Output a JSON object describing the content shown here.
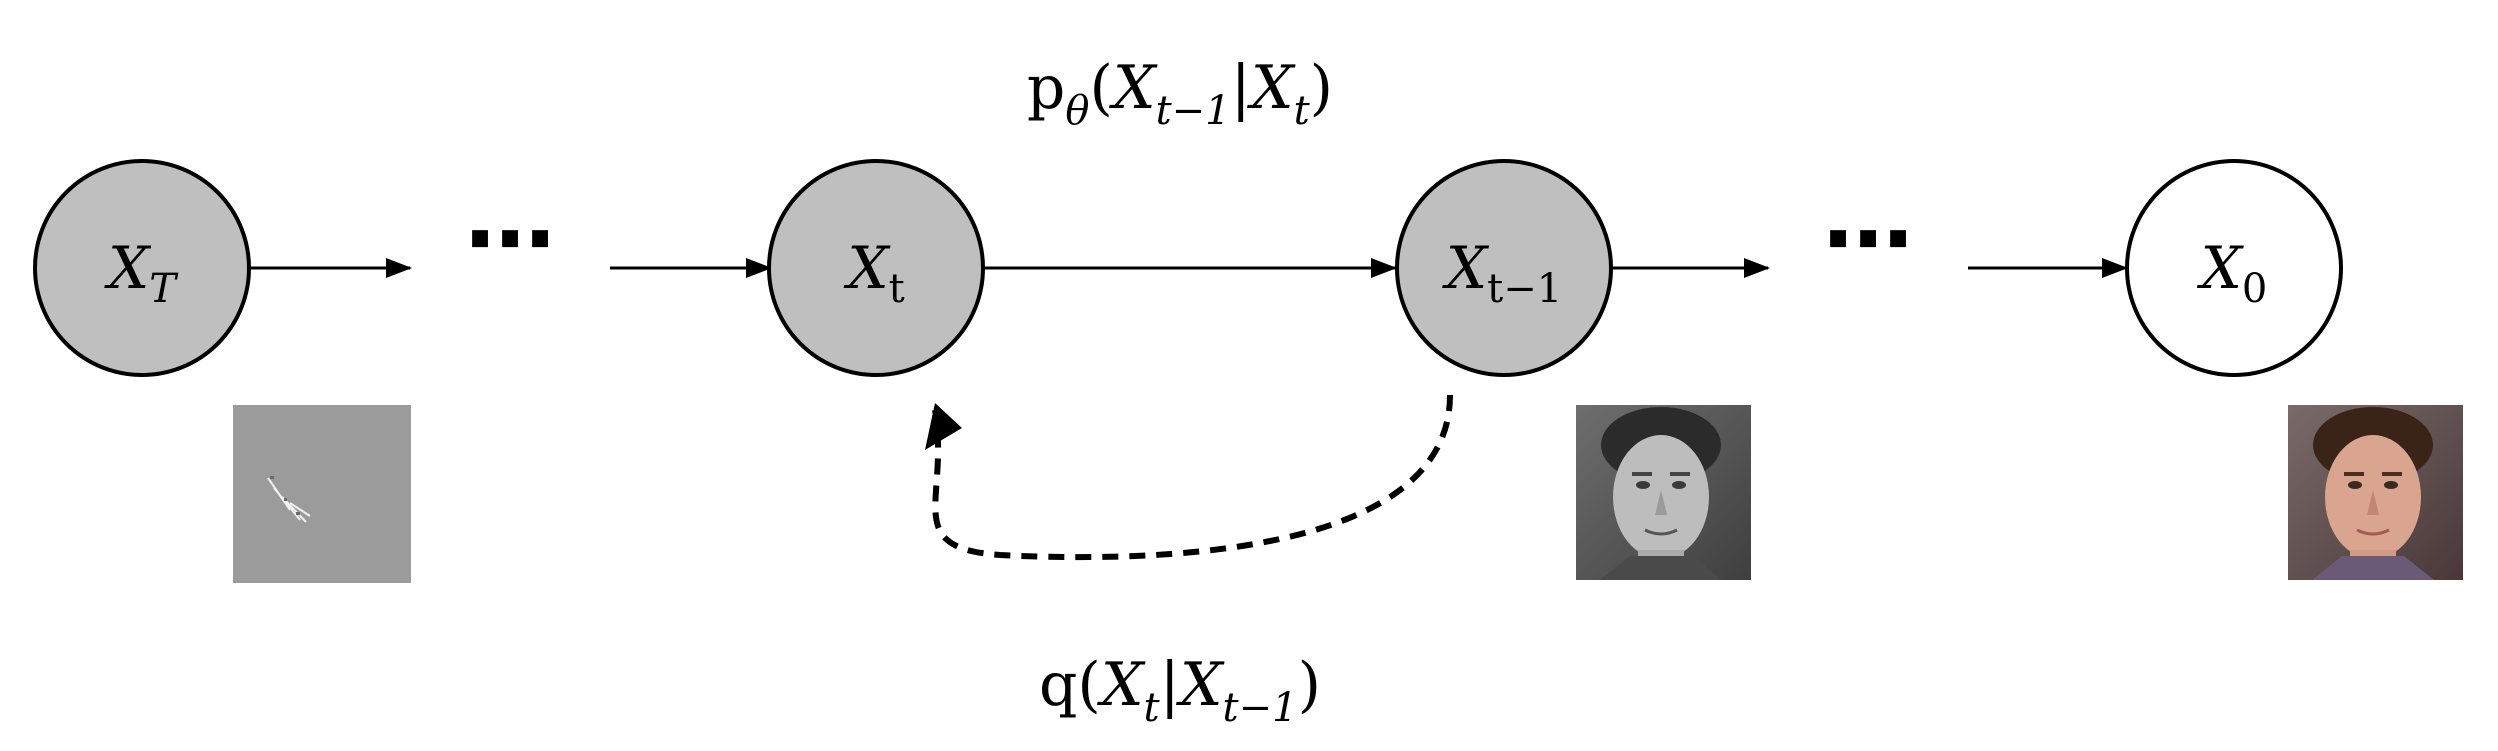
{
  "nodes": [
    {
      "id": "xT",
      "var": "X",
      "sub": "T",
      "sub_italic": true,
      "filled": true
    },
    {
      "id": "xt",
      "var": "X",
      "sub": "t",
      "sub_italic": false,
      "filled": true
    },
    {
      "id": "xt1",
      "var": "X",
      "sub": "t−1",
      "sub_italic": false,
      "filled": true
    },
    {
      "id": "x0",
      "var": "X",
      "sub": "0",
      "sub_italic": false,
      "filled": false
    }
  ],
  "ellipsis": "⋯",
  "reverse_process": {
    "p": "p",
    "theta": "θ",
    "open": "(",
    "x1": "X",
    "x1_sub": "t−1",
    "bar": "|",
    "x2": "X",
    "x2_sub": "t",
    "close": ")"
  },
  "forward_process": {
    "q": "q",
    "open": "(",
    "x1": "X",
    "x1_sub": "t",
    "bar": "|",
    "x2": "X",
    "x2_sub": "t−1",
    "close": ")"
  },
  "colors": {
    "node_fill": "#bfbfbf",
    "node_stroke": "#000000",
    "open_node_fill": "#ffffff",
    "noise_bg": "#9b9b9b"
  },
  "images": [
    {
      "id": "noise-thumbnail",
      "kind": "noise"
    },
    {
      "id": "grayscale-face-thumbnail",
      "kind": "face-gray"
    },
    {
      "id": "color-face-thumbnail",
      "kind": "face-color"
    }
  ]
}
